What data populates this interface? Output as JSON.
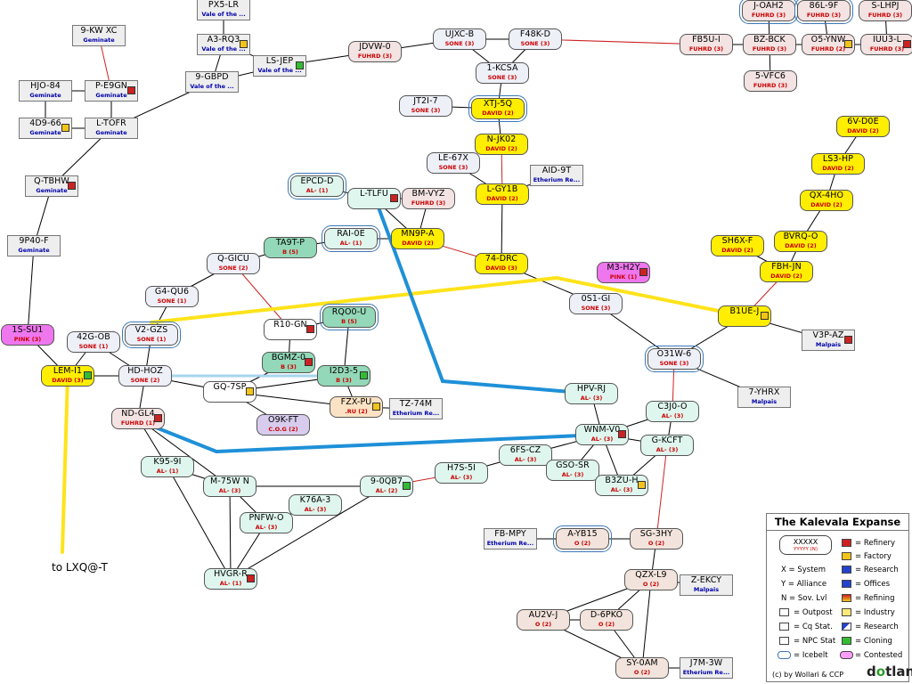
{
  "title": "The Kalevala Expanse",
  "offmap_label": "to LXQ@-T",
  "colors": {
    "regular": "#ededed",
    "npc": "#ffffff",
    "alliance_text": {
      "red": "#cc0000",
      "blue": "#0000aa"
    },
    "jump_line": "#7a3fa0",
    "region_jump": "#cc2222",
    "bridge_yellow": "#ffe31a",
    "bridge_blue": "#1e90d8",
    "bridge_light": "#a6d5ee"
  },
  "alliance_fills": {
    "FUHRD": "#f3e3e3",
    "SONE": "#eef0f8",
    "DAVID": "#ffee00",
    "AL": "#dff6ee",
    "B": "#93d8b8",
    "PINK": "#ee77ee",
    "O": "#f2e4dc",
    "GEM": "#eeeeee",
    "VOT": "#eeeeee",
    "RU": "#fbe2c4",
    "COG": "#d8ccee"
  },
  "station_colors": {
    "refinery": "#cc2222",
    "factory": "#f2c41a",
    "research": "#2244cc",
    "offices": "#2244cc",
    "industry": "#ffe97a",
    "cloning": "#33bb33",
    "contested": "#ff9eff"
  },
  "systems": [
    {
      "id": "9-KW XC",
      "alliance": "Geminate",
      "tc": "blue",
      "fill": "GEM",
      "rect": true
    },
    {
      "id": "PX5-LR",
      "alliance": "Vale of the ...",
      "tc": "blue",
      "fill": "VOT",
      "rect": true
    },
    {
      "id": "A3-RQ3",
      "alliance": "Vale of the ...",
      "tc": "blue",
      "fill": "VOT",
      "rect": true,
      "station": "factory"
    },
    {
      "id": "LS-JEP",
      "alliance": "Vale of the ...",
      "tc": "blue",
      "fill": "VOT",
      "rect": true,
      "station": "cloning"
    },
    {
      "id": "9-GBPD",
      "alliance": "Vale of the ...",
      "tc": "blue",
      "fill": "VOT",
      "rect": true
    },
    {
      "id": "HJO-84",
      "alliance": "Geminate",
      "tc": "blue",
      "fill": "GEM",
      "rect": true
    },
    {
      "id": "P-E9GN",
      "alliance": "Geminate",
      "tc": "blue",
      "fill": "GEM",
      "rect": true,
      "station": "refinery"
    },
    {
      "id": "4D9-66",
      "alliance": "Geminate",
      "tc": "blue",
      "fill": "GEM",
      "rect": true,
      "station": "factory"
    },
    {
      "id": "L-TOFR",
      "alliance": "Geminate",
      "tc": "blue",
      "fill": "GEM",
      "rect": true
    },
    {
      "id": "Q-TBHW",
      "alliance": "Geminate",
      "tc": "blue",
      "fill": "GEM",
      "rect": true,
      "station": "refinery"
    },
    {
      "id": "9P40-F",
      "alliance": "Geminate",
      "tc": "blue",
      "fill": "GEM",
      "rect": true
    },
    {
      "id": "1S-SU1",
      "alliance": "PINK (3)",
      "tc": "red",
      "fill": "PINK"
    },
    {
      "id": "42G-OB",
      "alliance": "SONE (1)",
      "tc": "red",
      "fill": "SONE"
    },
    {
      "id": "V2-GZS",
      "alliance": "SONE (1)",
      "tc": "red",
      "fill": "SONE",
      "ice": true
    },
    {
      "id": "LEM-I1",
      "alliance": "DAVID (3)",
      "tc": "red",
      "fill": "DAVID",
      "station": "cloning"
    },
    {
      "id": "HD-HOZ",
      "alliance": "SONE (2)",
      "tc": "red",
      "fill": "SONE"
    },
    {
      "id": "ND-GL4",
      "alliance": "FUHRD (1)",
      "tc": "red",
      "fill": "FUHRD",
      "station": "refinery"
    },
    {
      "id": "G4-QU6",
      "alliance": "SONE (1)",
      "tc": "red",
      "fill": "SONE"
    },
    {
      "id": "Q-GICU",
      "alliance": "SONE (2)",
      "tc": "red",
      "fill": "SONE"
    },
    {
      "id": "TA9T-P",
      "alliance": "B (5)",
      "tc": "red",
      "fill": "B"
    },
    {
      "id": "RAI-0E",
      "alliance": "AL- (1)",
      "tc": "red",
      "fill": "AL",
      "ice": true
    },
    {
      "id": "R10-GN",
      "alliance": "",
      "tc": "red",
      "fill": "NPC",
      "station": "refinery"
    },
    {
      "id": "RQO0-U",
      "alliance": "B (5)",
      "tc": "red",
      "fill": "B",
      "ice": true
    },
    {
      "id": "BGMZ-0",
      "alliance": "B (3)",
      "tc": "red",
      "fill": "B",
      "station": "refinery"
    },
    {
      "id": "I2D3-5",
      "alliance": "B (3)",
      "tc": "red",
      "fill": "B",
      "station": "cloning"
    },
    {
      "id": "GQ-7SP",
      "alliance": "",
      "tc": "red",
      "fill": "NPC",
      "station": "factory"
    },
    {
      "id": "FZX-PU",
      "alliance": ".RU (2)",
      "tc": "red",
      "fill": "RU",
      "station": "factory"
    },
    {
      "id": "O9K-FT",
      "alliance": "C.O.G (2)",
      "tc": "red",
      "fill": "COG"
    },
    {
      "id": "TZ-74M",
      "alliance": "Etherium Re...",
      "tc": "blue",
      "fill": "GEM",
      "rect": true
    },
    {
      "id": "EPCD-D",
      "alliance": "AL- (1)",
      "tc": "red",
      "fill": "AL",
      "ice": true
    },
    {
      "id": "L-TLFU",
      "alliance": "",
      "tc": "red",
      "fill": "AL",
      "station": "refinery"
    },
    {
      "id": "BM-VYZ",
      "alliance": "FUHRD (3)",
      "tc": "red",
      "fill": "FUHRD"
    },
    {
      "id": "MN9P-A",
      "alliance": "DAVID (2)",
      "tc": "red",
      "fill": "DAVID"
    },
    {
      "id": "JDVW-0",
      "alliance": "FUHRD (3)",
      "tc": "red",
      "fill": "FUHRD"
    },
    {
      "id": "UJXC-B",
      "alliance": "SONE (3)",
      "tc": "red",
      "fill": "SONE"
    },
    {
      "id": "F48K-D",
      "alliance": "SONE (3)",
      "tc": "red",
      "fill": "SONE"
    },
    {
      "id": "1-KCSA",
      "alliance": "SONE (3)",
      "tc": "red",
      "fill": "SONE"
    },
    {
      "id": "JT2I-7",
      "alliance": "SONE (3)",
      "tc": "red",
      "fill": "SONE"
    },
    {
      "id": "XTJ-5Q",
      "alliance": "DAVID (2)",
      "tc": "red",
      "fill": "DAVID",
      "ice": true
    },
    {
      "id": "N-JK02",
      "alliance": "DAVID (2)",
      "tc": "red",
      "fill": "DAVID"
    },
    {
      "id": "LE-67X",
      "alliance": "SONE (3)",
      "tc": "red",
      "fill": "SONE"
    },
    {
      "id": "AID-9T",
      "alliance": "Etherium Re...",
      "tc": "blue",
      "fill": "GEM",
      "rect": true
    },
    {
      "id": "L-GY1B",
      "alliance": "DAVID (2)",
      "tc": "red",
      "fill": "DAVID"
    },
    {
      "id": "74-DRC",
      "alliance": "DAVID (3)",
      "tc": "red",
      "fill": "DAVID"
    },
    {
      "id": "M3-H2Y",
      "alliance": "PINK (1)",
      "tc": "red",
      "fill": "PINK",
      "station": "refinery"
    },
    {
      "id": "0S1-GI",
      "alliance": "SONE (3)",
      "tc": "red",
      "fill": "SONE"
    },
    {
      "id": "FB5U-I",
      "alliance": "FUHRD (3)",
      "tc": "red",
      "fill": "FUHRD"
    },
    {
      "id": "BZ-BCK",
      "alliance": "FUHRD (3)",
      "tc": "red",
      "fill": "FUHRD"
    },
    {
      "id": "J-OAH2",
      "alliance": "FUHRD (3)",
      "tc": "red",
      "fill": "FUHRD",
      "ice": true
    },
    {
      "id": "86L-9F",
      "alliance": "FUHRD (3)",
      "tc": "red",
      "fill": "FUHRD",
      "ice": true
    },
    {
      "id": "S-LHPJ",
      "alliance": "FUHRD (3)",
      "tc": "red",
      "fill": "FUHRD"
    },
    {
      "id": "O5-YNW",
      "alliance": "FUHRD (2)",
      "tc": "red",
      "fill": "FUHRD",
      "station": "factory"
    },
    {
      "id": "IUU3-L",
      "alliance": "FUHRD (3)",
      "tc": "red",
      "fill": "FUHRD",
      "station": "refinery"
    },
    {
      "id": "5-VFC6",
      "alliance": "FUHRD (3)",
      "tc": "red",
      "fill": "FUHRD"
    },
    {
      "id": "6V-D0E",
      "alliance": "DAVID (2)",
      "tc": "red",
      "fill": "DAVID"
    },
    {
      "id": "LS3-HP",
      "alliance": "DAVID (2)",
      "tc": "red",
      "fill": "DAVID"
    },
    {
      "id": "QX-4HO",
      "alliance": "DAVID (2)",
      "tc": "red",
      "fill": "DAVID"
    },
    {
      "id": "BVRQ-O",
      "alliance": "DAVID (2)",
      "tc": "red",
      "fill": "DAVID"
    },
    {
      "id": "SH6X-F",
      "alliance": "DAVID (2)",
      "tc": "red",
      "fill": "DAVID"
    },
    {
      "id": "FBH-JN",
      "alliance": "DAVID (2)",
      "tc": "red",
      "fill": "DAVID"
    },
    {
      "id": "B1UE-J",
      "alliance": "",
      "tc": "red",
      "fill": "DAVID",
      "station": "factory"
    },
    {
      "id": "V3P-AZ",
      "alliance": "Malpais",
      "tc": "blue",
      "fill": "GEM",
      "rect": true,
      "station": "refinery"
    },
    {
      "id": "O31W-6",
      "alliance": "SONE (3)",
      "tc": "red",
      "fill": "SONE",
      "ice": true
    },
    {
      "id": "7-YHRX",
      "alliance": "Malpais",
      "tc": "blue",
      "fill": "GEM",
      "rect": true
    },
    {
      "id": "HPV-RJ",
      "alliance": "AL- (3)",
      "tc": "red",
      "fill": "AL"
    },
    {
      "id": "C3J0-O",
      "alliance": "AL- (3)",
      "tc": "red",
      "fill": "AL"
    },
    {
      "id": "WNM-V0",
      "alliance": "AL- (3)",
      "tc": "red",
      "fill": "AL",
      "station": "refinery"
    },
    {
      "id": "G-KCFT",
      "alliance": "AL- (3)",
      "tc": "red",
      "fill": "AL"
    },
    {
      "id": "6FS-CZ",
      "alliance": "AL- (3)",
      "tc": "red",
      "fill": "AL"
    },
    {
      "id": "GSO-SR",
      "alliance": "AL- (3)",
      "tc": "red",
      "fill": "AL"
    },
    {
      "id": "H7S-5I",
      "alliance": "AL- (3)",
      "tc": "red",
      "fill": "AL"
    },
    {
      "id": "B3ZU-H",
      "alliance": "AL- (3)",
      "tc": "red",
      "fill": "AL",
      "station": "factory"
    },
    {
      "id": "9-0QB7",
      "alliance": "AL- (2)",
      "tc": "red",
      "fill": "AL",
      "station": "cloning"
    },
    {
      "id": "K95-9I",
      "alliance": "AL- (1)",
      "tc": "red",
      "fill": "AL"
    },
    {
      "id": "M-75W N",
      "alliance": "AL- (3)",
      "tc": "red",
      "fill": "AL"
    },
    {
      "id": "K76A-3",
      "alliance": "AL- (3)",
      "tc": "red",
      "fill": "AL"
    },
    {
      "id": "PNFW-O",
      "alliance": "AL- (3)",
      "tc": "red",
      "fill": "AL"
    },
    {
      "id": "HVGR-R",
      "alliance": "AL- (1)",
      "tc": "red",
      "fill": "AL",
      "station": "refinery"
    },
    {
      "id": "FB-MPY",
      "alliance": "Etherium Re...",
      "tc": "blue",
      "fill": "GEM",
      "rect": true
    },
    {
      "id": "A-YB15",
      "alliance": "O (2)",
      "tc": "red",
      "fill": "O",
      "ice": true
    },
    {
      "id": "SG-3HY",
      "alliance": "O (2)",
      "tc": "red",
      "fill": "O"
    },
    {
      "id": "QZX-L9",
      "alliance": "O (2)",
      "tc": "red",
      "fill": "O"
    },
    {
      "id": "Z-EKCY",
      "alliance": "Malpais",
      "tc": "blue",
      "fill": "GEM",
      "rect": true
    },
    {
      "id": "AU2V-J",
      "alliance": "O (2)",
      "tc": "red",
      "fill": "O"
    },
    {
      "id": "D-6PKO",
      "alliance": "O (2)",
      "tc": "red",
      "fill": "O"
    },
    {
      "id": "SY-0AM",
      "alliance": "O (2)",
      "tc": "red",
      "fill": "O"
    },
    {
      "id": "J7M-3W",
      "alliance": "Etherium Re...",
      "tc": "blue",
      "fill": "GEM",
      "rect": true
    }
  ],
  "jumps": [
    [
      "9-KW XC",
      "P-E9GN",
      "region"
    ],
    [
      "HJO-84",
      "P-E9GN"
    ],
    [
      "P-E9GN",
      "L-TOFR"
    ],
    [
      "4D9-66",
      "L-TOFR"
    ],
    [
      "4D9-66",
      "HJO-84"
    ],
    [
      "L-TOFR",
      "Q-TBHW"
    ],
    [
      "L-TOFR",
      "9-GBPD"
    ],
    [
      "Q-TBHW",
      "9P40-F"
    ],
    [
      "9P40-F",
      "1S-SU1"
    ],
    [
      "PX5-LR",
      "A3-RQ3"
    ],
    [
      "A3-RQ3",
      "LS-JEP"
    ],
    [
      "A3-RQ3",
      "9-GBPD"
    ],
    [
      "9-GBPD",
      "LS-JEP"
    ],
    [
      "LS-JEP",
      "JDVW-0"
    ],
    [
      "1S-SU1",
      "LEM-I1"
    ],
    [
      "LEM-I1",
      "42G-OB"
    ],
    [
      "LEM-I1",
      "HD-HOZ"
    ],
    [
      "42G-OB",
      "HD-HOZ"
    ],
    [
      "V2-GZS",
      "G4-QU6"
    ],
    [
      "V2-GZS",
      "HD-HOZ"
    ],
    [
      "HD-HOZ",
      "ND-GL4"
    ],
    [
      "HD-HOZ",
      "GQ-7SP"
    ],
    [
      "G4-QU6",
      "Q-GICU"
    ],
    [
      "Q-GICU",
      "TA9T-P"
    ],
    [
      "Q-GICU",
      "R10-GN",
      "region"
    ],
    [
      "TA9T-P",
      "RAI-0E"
    ],
    [
      "RAI-0E",
      "MN9P-A"
    ],
    [
      "R10-GN",
      "BGMZ-0"
    ],
    [
      "R10-GN",
      "RQO0-U"
    ],
    [
      "RQO0-U",
      "I2D3-5"
    ],
    [
      "BGMZ-0",
      "GQ-7SP"
    ],
    [
      "I2D3-5",
      "GQ-7SP"
    ],
    [
      "I2D3-5",
      "FZX-PU"
    ],
    [
      "GQ-7SP",
      "O9K-FT"
    ],
    [
      "GQ-7SP",
      "FZX-PU"
    ],
    [
      "FZX-PU",
      "TZ-74M"
    ],
    [
      "EPCD-D",
      "L-TLFU"
    ],
    [
      "L-TLFU",
      "BM-VYZ"
    ],
    [
      "L-TLFU",
      "MN9P-A"
    ],
    [
      "BM-VYZ",
      "MN9P-A"
    ],
    [
      "MN9P-A",
      "74-DRC",
      "region"
    ],
    [
      "JDVW-0",
      "UJXC-B"
    ],
    [
      "UJXC-B",
      "F48K-D"
    ],
    [
      "UJXC-B",
      "1-KCSA"
    ],
    [
      "F48K-D",
      "1-KCSA"
    ],
    [
      "F48K-D",
      "FB5U-I",
      "region"
    ],
    [
      "1-KCSA",
      "XTJ-5Q"
    ],
    [
      "JT2I-7",
      "XTJ-5Q"
    ],
    [
      "XTJ-5Q",
      "N-JK02"
    ],
    [
      "N-JK02",
      "L-GY1B",
      "region"
    ],
    [
      "LE-67X",
      "L-GY1B"
    ],
    [
      "L-GY1B",
      "AID-9T"
    ],
    [
      "L-GY1B",
      "74-DRC"
    ],
    [
      "74-DRC",
      "0S1-GI"
    ],
    [
      "0S1-GI",
      "O31W-6"
    ],
    [
      "FB5U-I",
      "BZ-BCK"
    ],
    [
      "BZ-BCK",
      "J-OAH2"
    ],
    [
      "BZ-BCK",
      "O5-YNW"
    ],
    [
      "BZ-BCK",
      "5-VFC6"
    ],
    [
      "O5-YNW",
      "86L-9F"
    ],
    [
      "O5-YNW",
      "IUU3-L"
    ],
    [
      "IUU3-L",
      "S-LHPJ"
    ],
    [
      "6V-D0E",
      "LS3-HP"
    ],
    [
      "LS3-HP",
      "QX-4HO"
    ],
    [
      "QX-4HO",
      "BVRQ-O"
    ],
    [
      "BVRQ-O",
      "FBH-JN"
    ],
    [
      "SH6X-F",
      "FBH-JN"
    ],
    [
      "FBH-JN",
      "B1UE-J",
      "region"
    ],
    [
      "B1UE-J",
      "V3P-AZ"
    ],
    [
      "B1UE-J",
      "O31W-6"
    ],
    [
      "O31W-6",
      "7-YHRX"
    ],
    [
      "O31W-6",
      "C3J0-O",
      "region"
    ],
    [
      "HPV-RJ",
      "WNM-V0"
    ],
    [
      "C3J0-O",
      "WNM-V0"
    ],
    [
      "C3J0-O",
      "G-KCFT"
    ],
    [
      "WNM-V0",
      "G-KCFT"
    ],
    [
      "WNM-V0",
      "6FS-CZ"
    ],
    [
      "WNM-V0",
      "GSO-SR"
    ],
    [
      "WNM-V0",
      "B3ZU-H"
    ],
    [
      "G-KCFT",
      "B3ZU-H"
    ],
    [
      "G-KCFT",
      "SG-3HY",
      "region"
    ],
    [
      "6FS-CZ",
      "H7S-5I"
    ],
    [
      "H7S-5I",
      "9-0QB7",
      "region"
    ],
    [
      "9-0QB7",
      "M-75W N"
    ],
    [
      "9-0QB7",
      "HVGR-R"
    ],
    [
      "ND-GL4",
      "K95-9I"
    ],
    [
      "ND-GL4",
      "M-75W N"
    ],
    [
      "K95-9I",
      "M-75W N"
    ],
    [
      "K95-9I",
      "HVGR-R"
    ],
    [
      "M-75W N",
      "PNFW-O"
    ],
    [
      "M-75W N",
      "HVGR-R"
    ],
    [
      "PNFW-O",
      "K76A-3"
    ],
    [
      "PNFW-O",
      "HVGR-R"
    ],
    [
      "FB-MPY",
      "A-YB15"
    ],
    [
      "A-YB15",
      "SG-3HY"
    ],
    [
      "SG-3HY",
      "QZX-L9"
    ],
    [
      "QZX-L9",
      "Z-EKCY"
    ],
    [
      "QZX-L9",
      "AU2V-J"
    ],
    [
      "QZX-L9",
      "D-6PKO"
    ],
    [
      "QZX-L9",
      "SY-0AM"
    ],
    [
      "AU2V-J",
      "D-6PKO"
    ],
    [
      "AU2V-J",
      "SY-0AM"
    ],
    [
      "D-6PKO",
      "SY-0AM"
    ],
    [
      "SY-0AM",
      "J7M-3W"
    ]
  ],
  "bridges": [
    {
      "from": "LEM-I1",
      "to": "offmap",
      "color": "yellow"
    },
    {
      "from": "V2-GZS",
      "to": "B1UE-J",
      "color": "yellow",
      "via": "0S1-GI"
    },
    {
      "from": "L-TLFU",
      "to": "HPV-RJ",
      "color": "blue",
      "via": "WNM-V0"
    },
    {
      "from": "ND-GL4",
      "to": "WNM-V0",
      "color": "blue"
    },
    {
      "from": "HD-HOZ",
      "to": "I2D3-5",
      "color": "light"
    }
  ],
  "legend": {
    "sample_name": "XXXXX",
    "sample_alliance": "YYYYY (N)",
    "left_rows": [
      "X  = System",
      "Y  = Alliance",
      "N  = Sov. Lvl",
      "= Outpost",
      "= Cq Stat.",
      "= NPC Stat",
      "= Icebelt"
    ],
    "right_rows": [
      "= Refinery",
      "= Factory",
      "= Research",
      "= Offices",
      "= Refining",
      "= Industry",
      "= Research",
      "= Cloning",
      "= Contested"
    ],
    "credit": "(c) by Wollari & CCP",
    "logo_a": "d",
    "logo_b": "o",
    "logo_c": "tlan"
  }
}
